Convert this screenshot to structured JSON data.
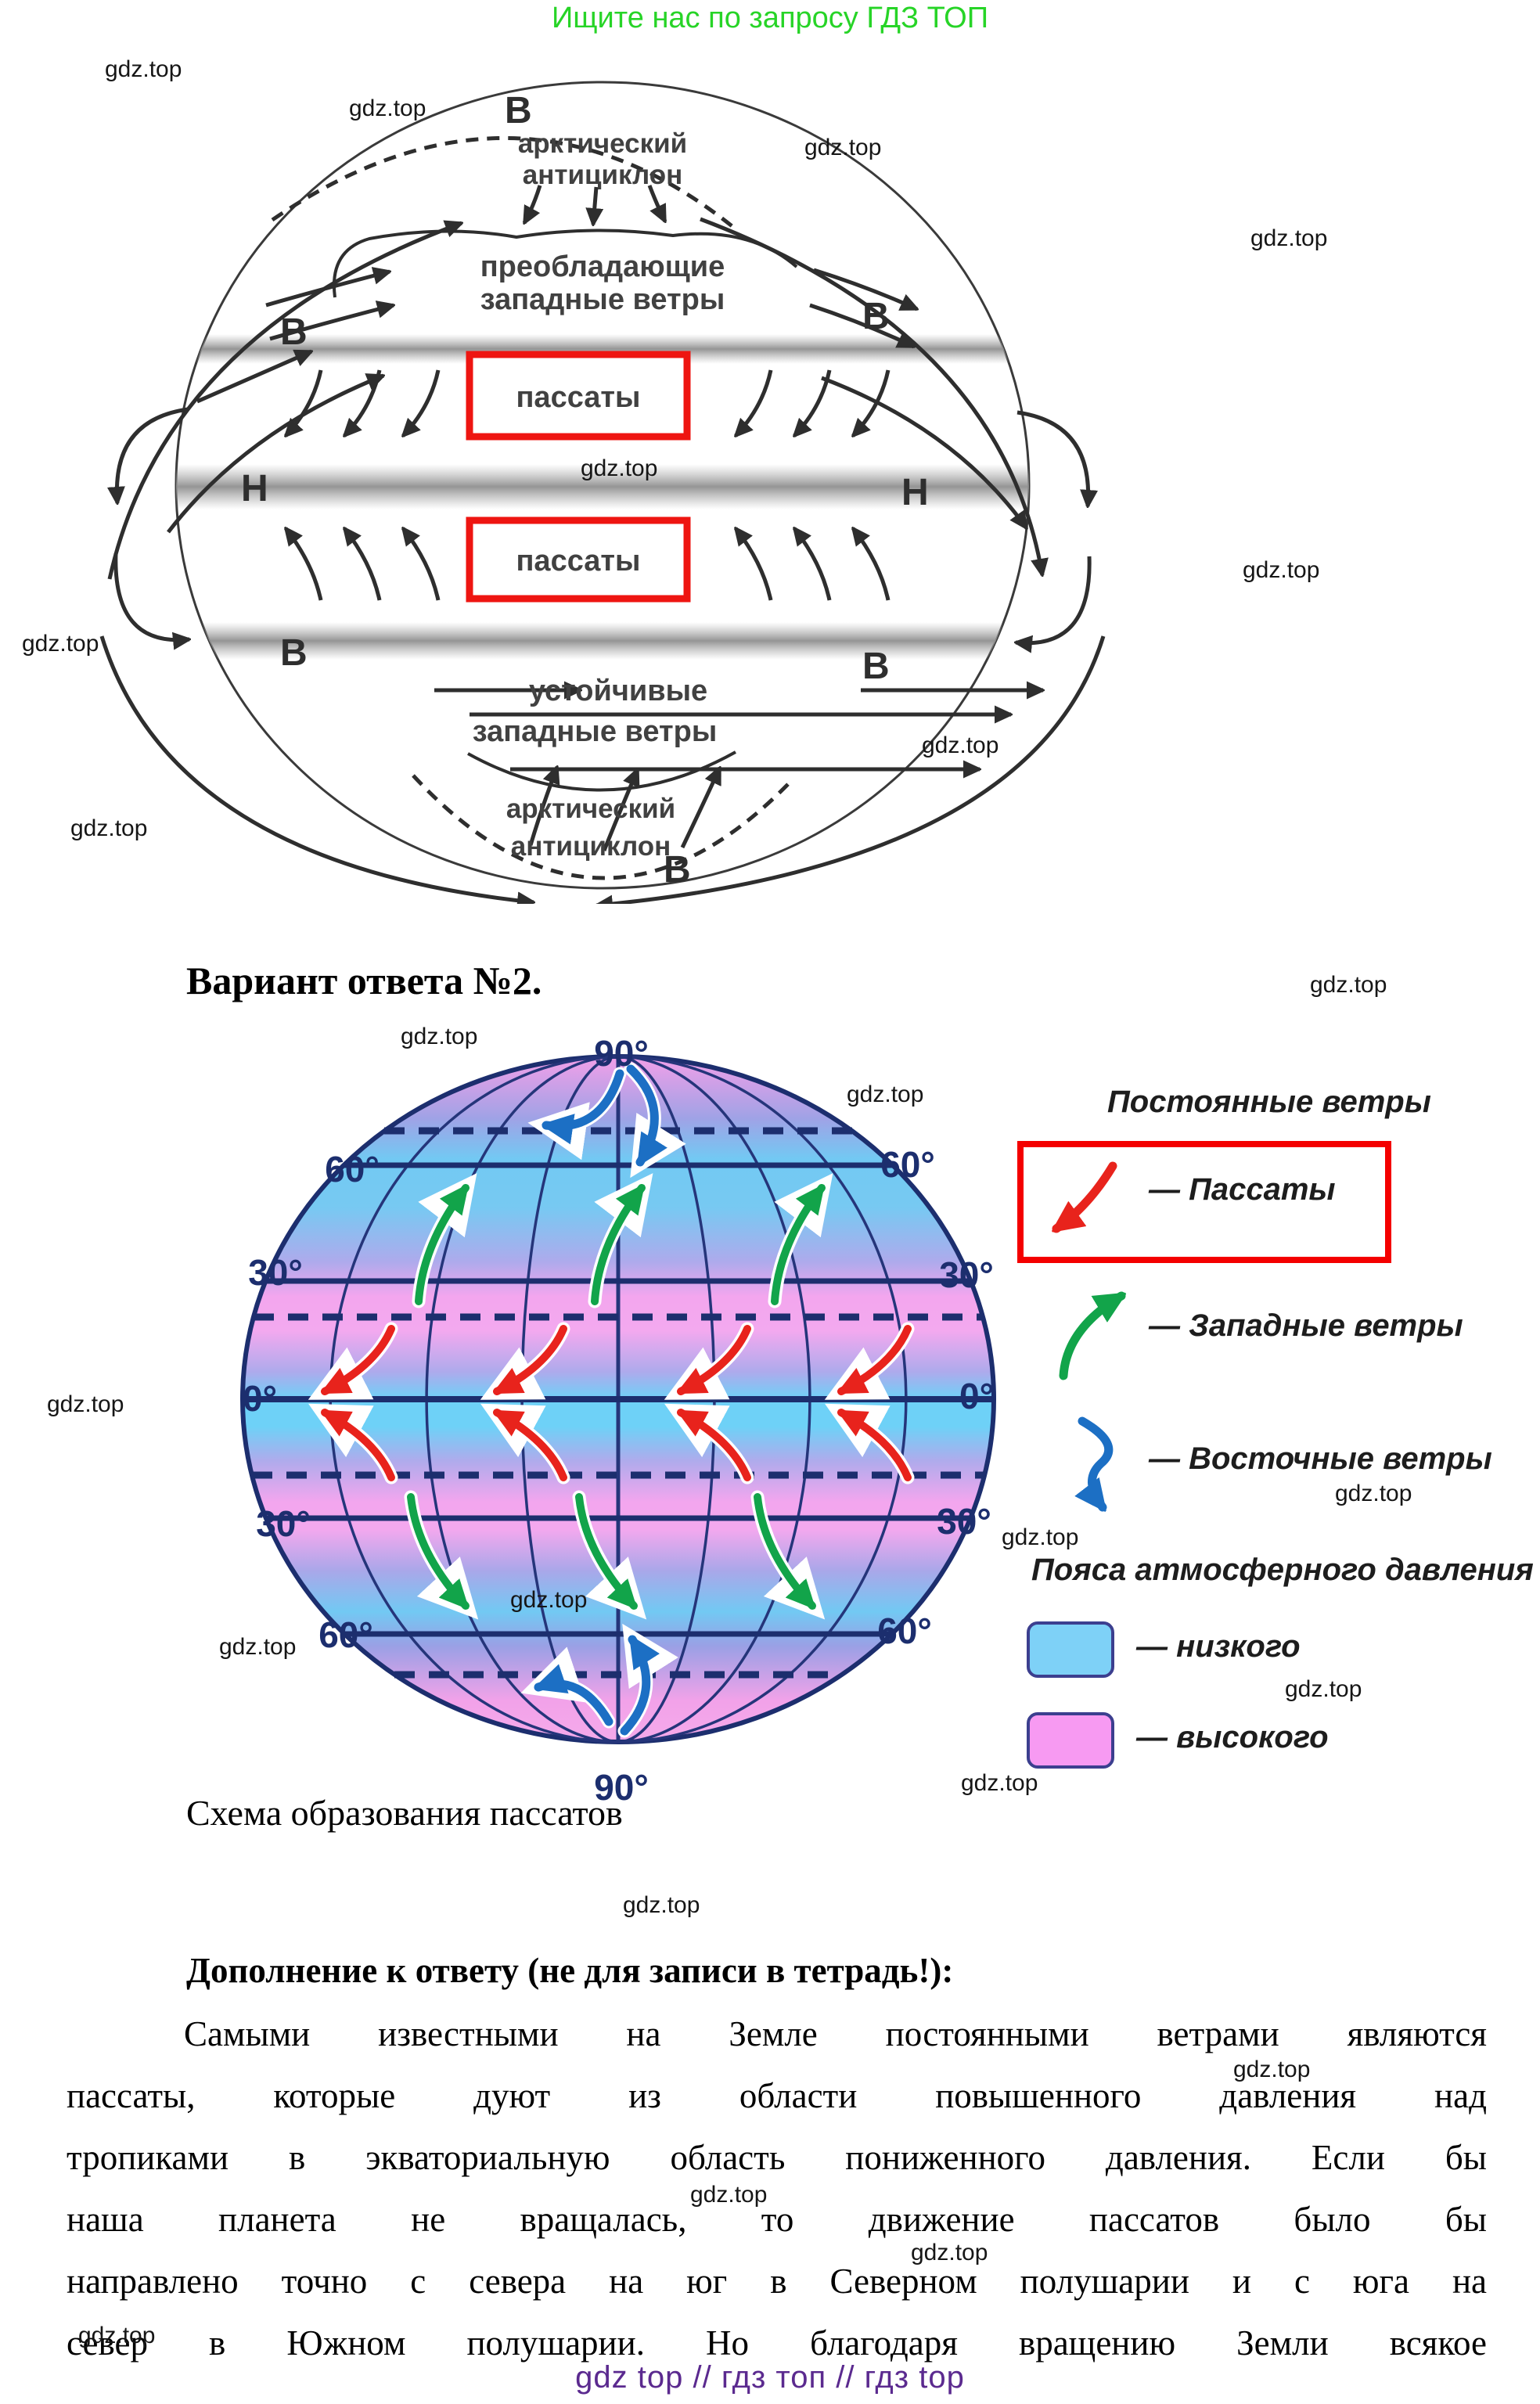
{
  "header": {
    "promo": "Ищите нас по запросу ГДЗ ТОП"
  },
  "watermark": {
    "label": "gdz.top"
  },
  "diagram1": {
    "labels": {
      "arctic_line1": "арктический",
      "arctic_line2": "антициклон",
      "prevailing_line1": "преобладающие",
      "prevailing_line2": "западные ветры",
      "trades_box1": "пассаты",
      "trades_box2": "пассаты",
      "steady_line1": "устойчивые",
      "steady_line2": "западные ветры",
      "arctic_bottom_line1": "арктический",
      "arctic_bottom_line2": "антициклон",
      "high_pressure_letter": "В",
      "low_pressure_letter": "Н"
    }
  },
  "answer2": {
    "heading": "Вариант ответа №2."
  },
  "globe": {
    "lat_labels": {
      "pole": "90°",
      "sixty": "60°",
      "thirty": "30°",
      "equator": "0°"
    }
  },
  "legend": {
    "winds_title": "Постоянные ветры",
    "items": [
      {
        "label": "— Пассаты",
        "color": "#e8231c"
      },
      {
        "label": "— Западные ветры",
        "color": "#12a44a"
      },
      {
        "label": "— Восточные ветры",
        "color": "#1c6fc4"
      }
    ],
    "pressure_title": "Пояса атмосферного давления",
    "pressure_items": [
      {
        "label": "— низкого",
        "color": "#7ed1f7"
      },
      {
        "label": "— высокого",
        "color": "#f79af2"
      }
    ]
  },
  "caption": "Схема образования пассатов",
  "supplement": {
    "heading": "Дополнение к ответу (не для записи в тетрадь!):",
    "lines": [
      "Самыми известными на Земле постоянными ветрами являются",
      "пассаты, которые дуют из области повышенного давления над",
      "тропиками в экваториальную область пониженного давления. Если бы",
      "наша планета не вращалась, то движение пассатов было бы",
      "направлено точно с севера на юг в Северном полушарии и с юга на",
      "север в Южном полушарии. Но благодаря вращению Земли всякое"
    ]
  },
  "footer": "gdz top  //  гдз топ  //  гдз top"
}
